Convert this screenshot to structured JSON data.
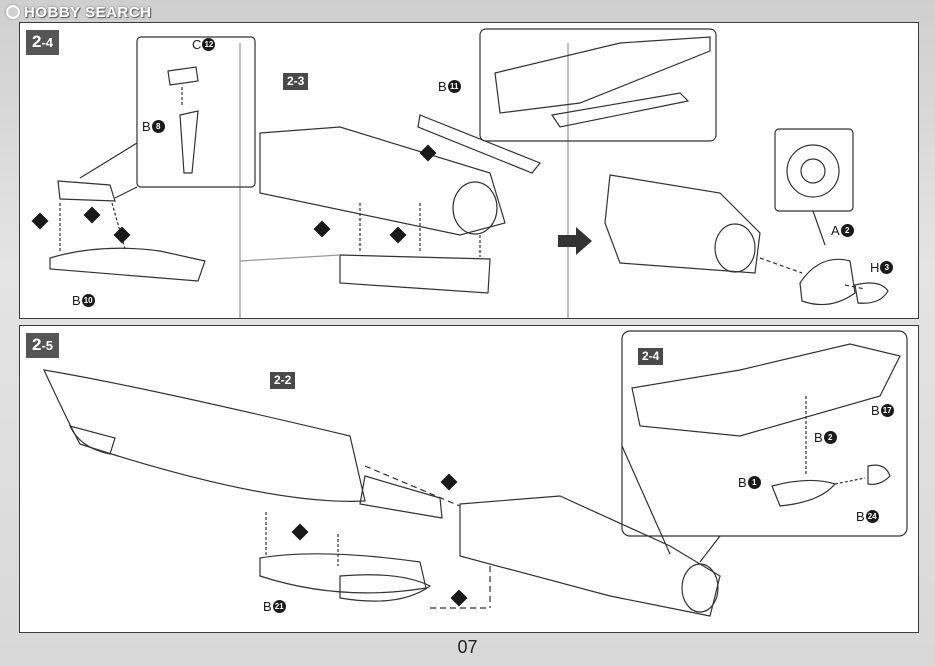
{
  "watermark": {
    "brand": "HOBBY SEARCH"
  },
  "page_number": "07",
  "steps": [
    {
      "id": "2-4",
      "main": "2",
      "sub": "-4",
      "ref_badges": [
        "2-3"
      ],
      "parts": [
        {
          "letter": "C",
          "num": "12"
        },
        {
          "letter": "B",
          "num": "8"
        },
        {
          "letter": "B",
          "num": "10"
        },
        {
          "letter": "B",
          "num": "11"
        },
        {
          "letter": "A",
          "num": "2"
        },
        {
          "letter": "H",
          "num": "3"
        }
      ]
    },
    {
      "id": "2-5",
      "main": "2",
      "sub": "-5",
      "ref_badges": [
        "2-2",
        "2-4"
      ],
      "parts": [
        {
          "letter": "B",
          "num": "17"
        },
        {
          "letter": "B",
          "num": "2"
        },
        {
          "letter": "B",
          "num": "1"
        },
        {
          "letter": "B",
          "num": "24"
        },
        {
          "letter": "B",
          "num": "21"
        }
      ]
    }
  ]
}
